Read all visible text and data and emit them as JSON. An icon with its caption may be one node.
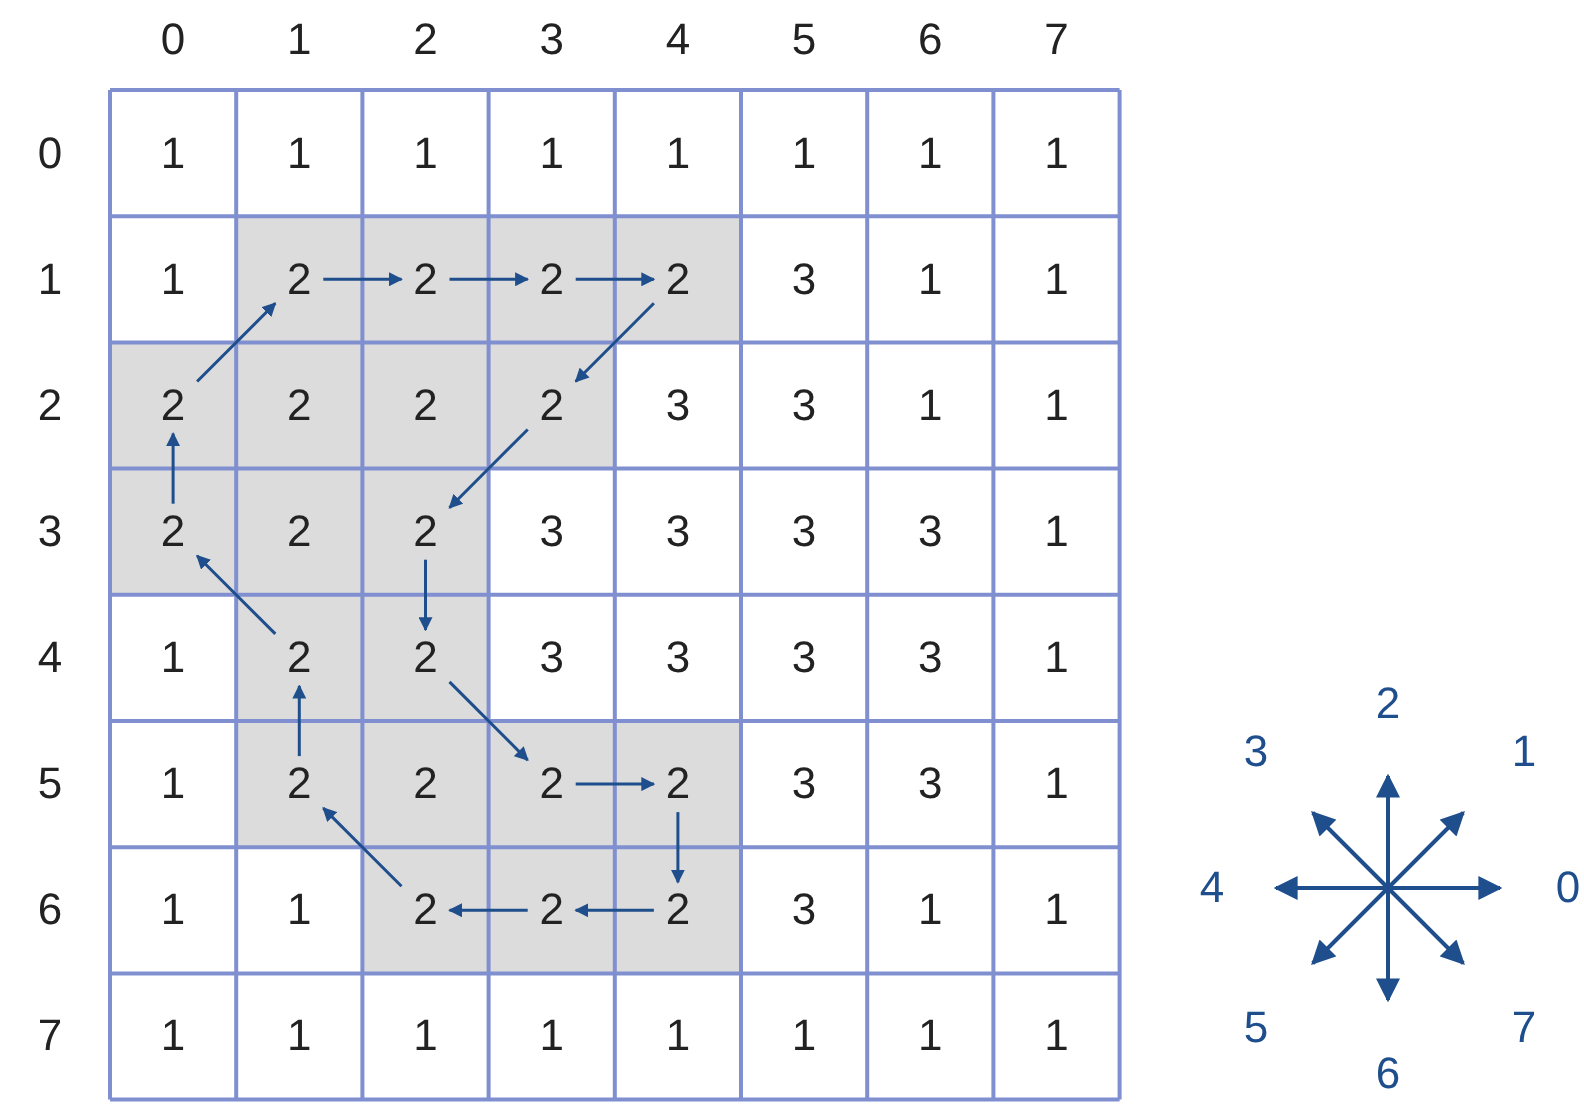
{
  "diagram": {
    "nodes": [
      {
        "text": [
          "1"
        ]
      },
      {
        "text": [
          "1"
        ]
      },
      {
        "text": [
          "1"
        ]
      },
      {
        "text": [
          "1"
        ]
      },
      {
        "text": [
          "1"
        ]
      },
      {
        "text": [
          "1"
        ]
      },
      {
        "text": [
          "1"
        ]
      },
      {
        "text": [
          "1"
        ]
      },
      {
        "text": [
          "1"
        ]
      },
      {
        "text": [
          "2"
        ]
      },
      {
        "text": [
          "2"
        ]
      },
      {
        "text": [
          "2"
        ]
      },
      {
        "text": [
          "2"
        ]
      },
      {
        "text": [
          "3"
        ]
      },
      {
        "text": [
          "1"
        ]
      },
      {
        "text": [
          "1"
        ]
      },
      {
        "text": [
          "2"
        ]
      },
      {
        "text": [
          "2"
        ]
      },
      {
        "text": [
          "2"
        ]
      },
      {
        "text": [
          "2"
        ]
      },
      {
        "text": [
          "3"
        ]
      },
      {
        "text": [
          "3"
        ]
      },
      {
        "text": [
          "1"
        ]
      },
      {
        "text": [
          "1"
        ]
      },
      {
        "text": [
          "2"
        ]
      },
      {
        "text": [
          "2"
        ]
      },
      {
        "text": [
          "2"
        ]
      },
      {
        "text": [
          "3"
        ]
      },
      {
        "text": [
          "3"
        ]
      },
      {
        "text": [
          "3"
        ]
      },
      {
        "text": [
          "3"
        ]
      },
      {
        "text": [
          "1"
        ]
      },
      {
        "text": [
          "1"
        ]
      },
      {
        "text": [
          "2"
        ]
      },
      {
        "text": [
          "2"
        ]
      },
      {
        "text": [
          "3"
        ]
      },
      {
        "text": [
          "3"
        ]
      },
      {
        "text": [
          "3"
        ]
      },
      {
        "text": [
          "3"
        ]
      },
      {
        "text": [
          "1"
        ]
      },
      {
        "text": [
          "1"
        ]
      },
      {
        "text": [
          "2"
        ]
      },
      {
        "text": [
          "2"
        ]
      },
      {
        "text": [
          "2"
        ]
      },
      {
        "text": [
          "2"
        ]
      },
      {
        "text": [
          "3"
        ]
      },
      {
        "text": [
          "3"
        ]
      },
      {
        "text": [
          "1"
        ]
      },
      {
        "text": [
          "1"
        ]
      },
      {
        "text": [
          "1"
        ]
      },
      {
        "text": [
          "2"
        ]
      },
      {
        "text": [
          "2"
        ]
      },
      {
        "text": [
          "2"
        ]
      },
      {
        "text": [
          "3"
        ]
      },
      {
        "text": [
          "1"
        ]
      },
      {
        "text": [
          "1"
        ]
      },
      {
        "text": [
          "1"
        ]
      },
      {
        "text": [
          "1"
        ]
      },
      {
        "text": [
          "1"
        ]
      },
      {
        "text": [
          "1"
        ]
      },
      {
        "text": [
          "1"
        ]
      },
      {
        "text": [
          "1"
        ]
      },
      {
        "text": [
          "1"
        ]
      },
      {
        "text": [
          "1"
        ]
      }
    ],
    "edges": [
      {
        "from": 9,
        "to": 10,
        "arrow": "to"
      },
      {
        "from": 10,
        "to": 11,
        "arrow": "to"
      },
      {
        "from": 11,
        "to": 12,
        "arrow": "to"
      },
      {
        "from": 12,
        "to": 19,
        "arrow": "to"
      },
      {
        "from": 19,
        "to": 26,
        "arrow": "to"
      },
      {
        "from": 26,
        "to": 34,
        "arrow": "to"
      },
      {
        "from": 34,
        "to": 43,
        "arrow": "to"
      },
      {
        "from": 43,
        "to": 44,
        "arrow": "to"
      },
      {
        "from": 44,
        "to": 52,
        "arrow": "to"
      },
      {
        "from": 52,
        "to": 51,
        "arrow": "to"
      },
      {
        "from": 51,
        "to": 50,
        "arrow": "to"
      },
      {
        "from": 50,
        "to": 41,
        "arrow": "to"
      },
      {
        "from": 41,
        "to": 33,
        "arrow": "to"
      },
      {
        "from": 33,
        "to": 24,
        "arrow": "to"
      },
      {
        "from": 24,
        "to": 16,
        "arrow": "to"
      },
      {
        "from": 16,
        "to": 9,
        "arrow": "to"
      }
    ],
    "labels": [
      "0",
      "1",
      "2",
      "3",
      "4",
      "5",
      "6",
      "7",
      "0",
      "1",
      "2",
      "3",
      "4",
      "5",
      "6",
      "7",
      "2",
      "3",
      "1",
      "4",
      "0",
      "5",
      "7",
      "6"
    ]
  }
}
